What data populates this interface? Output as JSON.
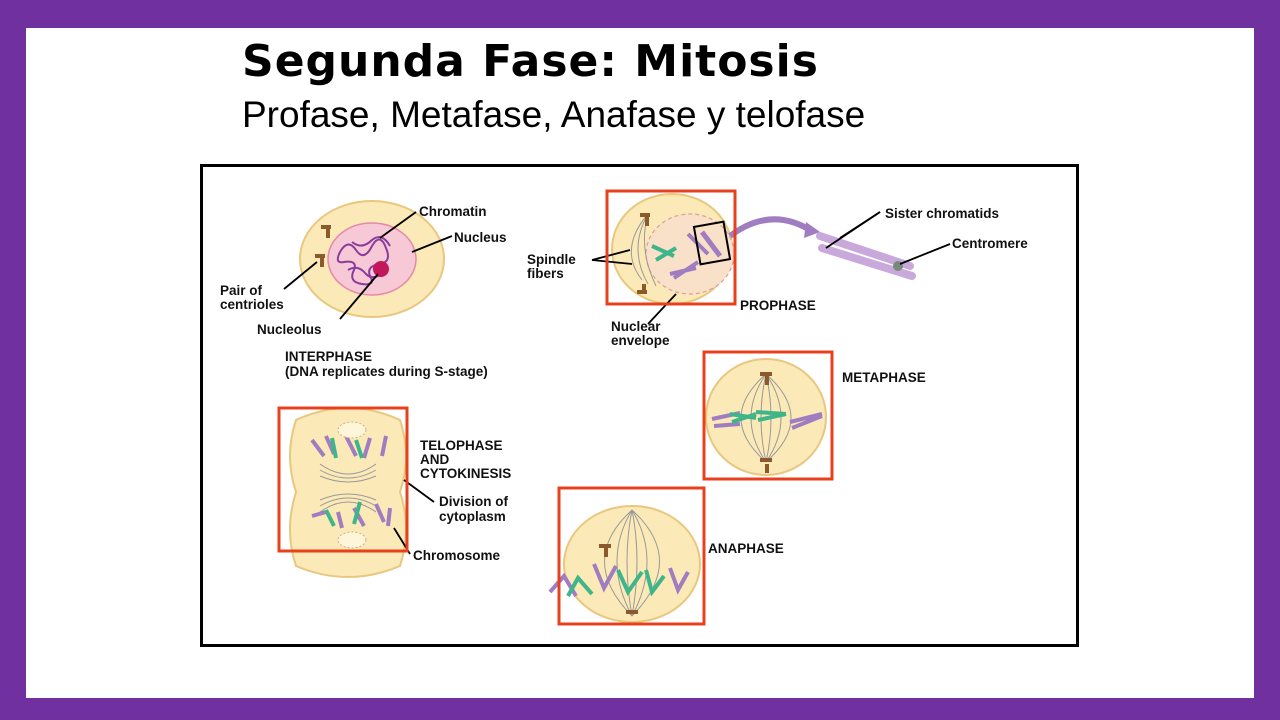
{
  "slide": {
    "title": "Segunda Fase: Mitosis",
    "subtitle": "Profase, Metafase, Anafase y telofase"
  },
  "diagram": {
    "interphase": {
      "labels": {
        "chromatin": "Chromatin",
        "nucleus": "Nucleus",
        "pair_of": "Pair of",
        "centrioles": "centrioles",
        "nucleolus": "Nucleolus",
        "stage": "INTERPHASE",
        "stage_note": "(DNA replicates during S-stage)"
      }
    },
    "prophase": {
      "labels": {
        "spindle": "Spindle",
        "fibers": "fibers",
        "nuclear": "Nuclear",
        "envelope": "envelope",
        "stage": "PROPHASE",
        "sister_chromatids": "Sister chromatids",
        "centromere": "Centromere"
      }
    },
    "metaphase": {
      "labels": {
        "stage": "METAPHASE"
      }
    },
    "anaphase": {
      "labels": {
        "stage": "ANAPHASE"
      }
    },
    "telophase": {
      "labels": {
        "stage_1": "TELOPHASE",
        "stage_2": "AND",
        "stage_3": "CYTOKINESIS",
        "division_of": "Division of",
        "cytoplasm": "cytoplasm",
        "chromosome": "Chromosome"
      }
    },
    "colors": {
      "cell": "#FCE9B8",
      "cell_edge": "#E9C77E",
      "nucleus": "#F7C8D6",
      "chromatin": "#8A3C9E",
      "chromosome_purple": "#A07CC0",
      "chromosome_green": "#3FB58A",
      "centriole": "#8B5A2B",
      "highlight_box": "#E8401C",
      "slide_frame": "#7030A0"
    }
  }
}
